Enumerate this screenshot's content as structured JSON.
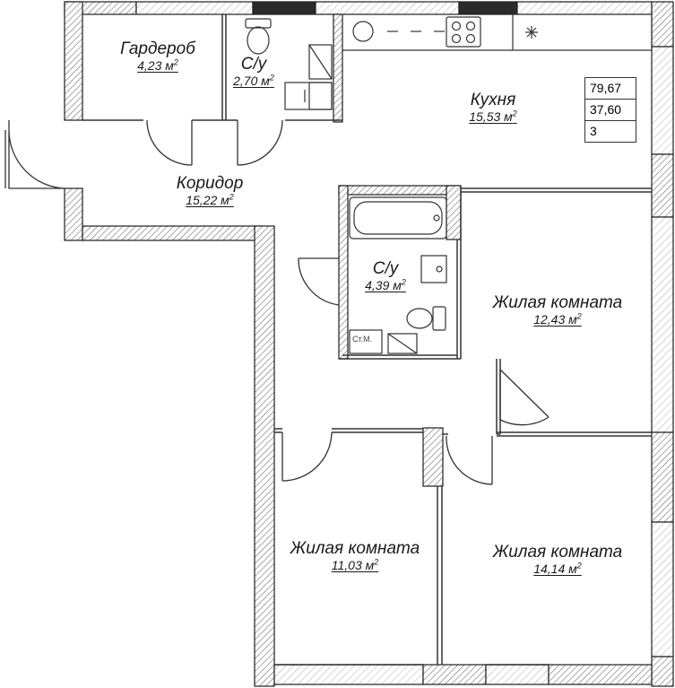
{
  "rooms": {
    "wardrobe": {
      "name": "Гардероб",
      "area_value": "4,23 м",
      "area_sup": "2"
    },
    "bath1": {
      "name": "С/у",
      "area_value": "2,70 м",
      "area_sup": "2"
    },
    "kitchen": {
      "name": "Кухня",
      "area_value": "15,53 м",
      "area_sup": "2"
    },
    "corridor": {
      "name": "Коридор",
      "area_value": "15,22 м",
      "area_sup": "2"
    },
    "bath2": {
      "name": "С/у",
      "area_value": "4,39 м",
      "area_sup": "2"
    },
    "living1": {
      "name": "Жилая комната",
      "area_value": "12,43 м",
      "area_sup": "2"
    },
    "living2": {
      "name": "Жилая комната",
      "area_value": "11,03 м",
      "area_sup": "2"
    },
    "living3": {
      "name": "Жилая комната",
      "area_value": "14,14 м",
      "area_sup": "2"
    }
  },
  "summary": {
    "total_area": "79,67",
    "living_area": "37,60",
    "rooms_count": "3"
  },
  "fixtures": {
    "washer_label": "Ст.М."
  },
  "colors": {
    "wall": "#1f1f1f",
    "hatch": "#8a8a8a",
    "line": "#333333"
  }
}
